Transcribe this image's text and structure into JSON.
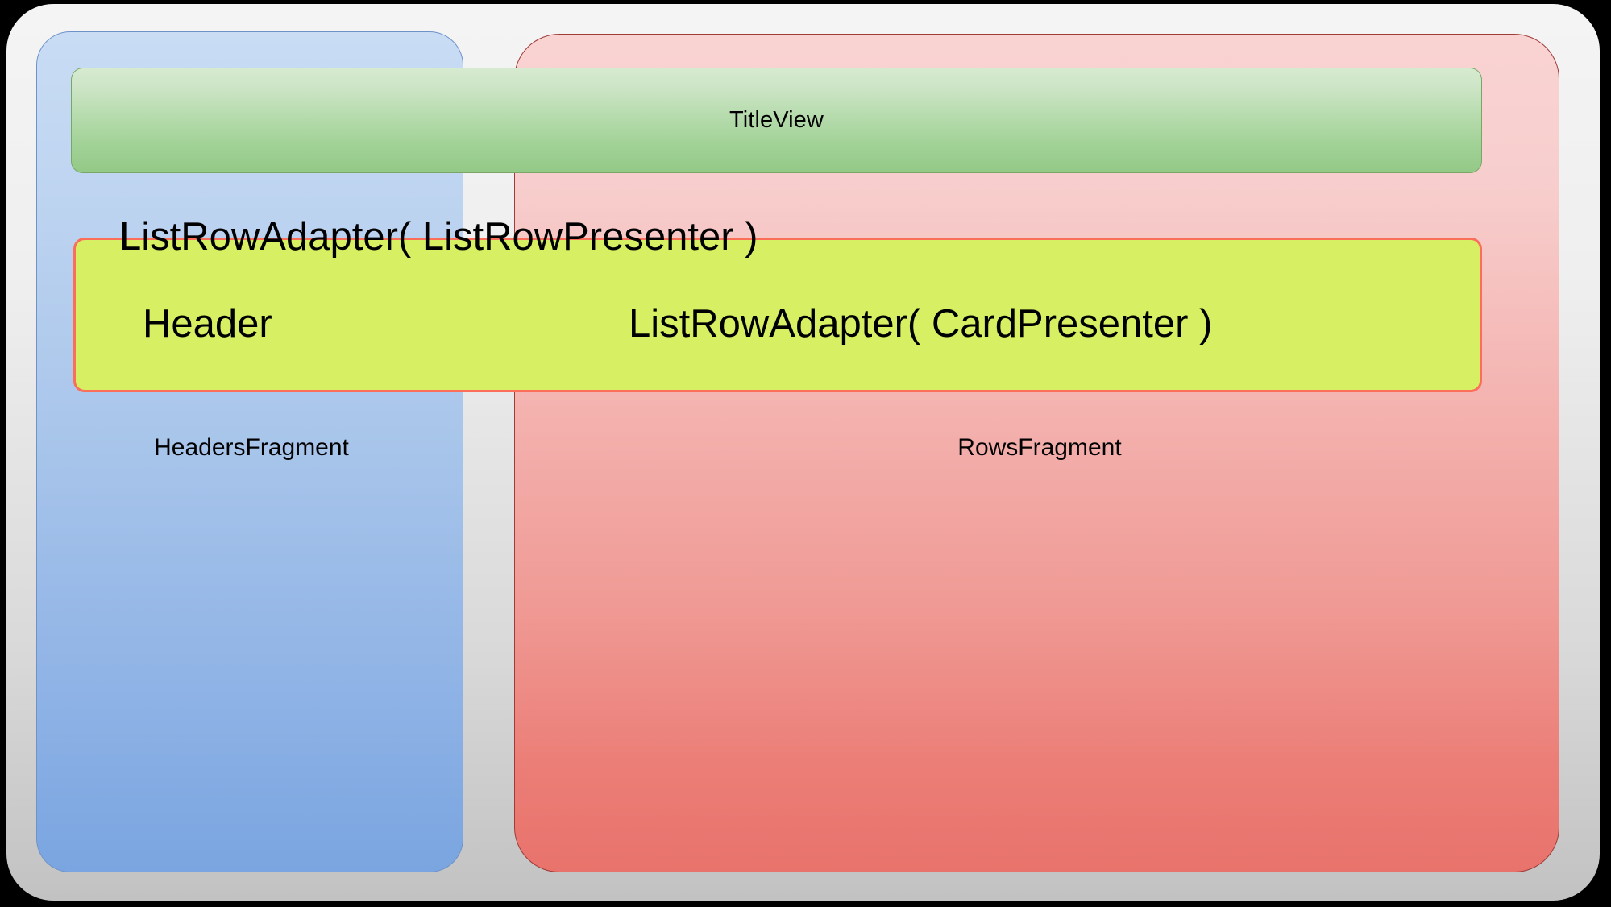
{
  "diagram": {
    "title": "Android Leanback BrowseFragment structure",
    "background_color": "#000000",
    "shell": {
      "name": "outer-shell",
      "fill_top": "#f4f4f4",
      "fill_bottom": "#c2c2c2"
    },
    "panels": [
      {
        "id": "headers-fragment",
        "label": "HeadersFragment",
        "fill_top": "#c9dcf4",
        "fill_bottom": "#7aa5e0",
        "border_color": "#6f93c9"
      },
      {
        "id": "rows-fragment",
        "label": "RowsFragment",
        "fill_top": "#f9d3d2",
        "fill_bottom": "#e8736c",
        "border_color": "#9e3c38"
      }
    ],
    "title_view": {
      "id": "title-view",
      "label": "TitleView",
      "fill_top": "#d6ead0",
      "fill_bottom": "#93c987",
      "border_color": "#7aa765"
    },
    "row_adapter_panel": {
      "id": "row-adapter-panel",
      "fill": "#d7ef63",
      "border_color": "#fa6e5a"
    },
    "labels": {
      "list_row_adapter_presenter": "ListRowAdapter( ListRowPresenter )",
      "header": "Header",
      "list_row_adapter_card": "ListRowAdapter( CardPresenter )",
      "headers_fragment": "HeadersFragment",
      "rows_fragment": "RowsFragment",
      "title_view": "TitleView"
    }
  }
}
